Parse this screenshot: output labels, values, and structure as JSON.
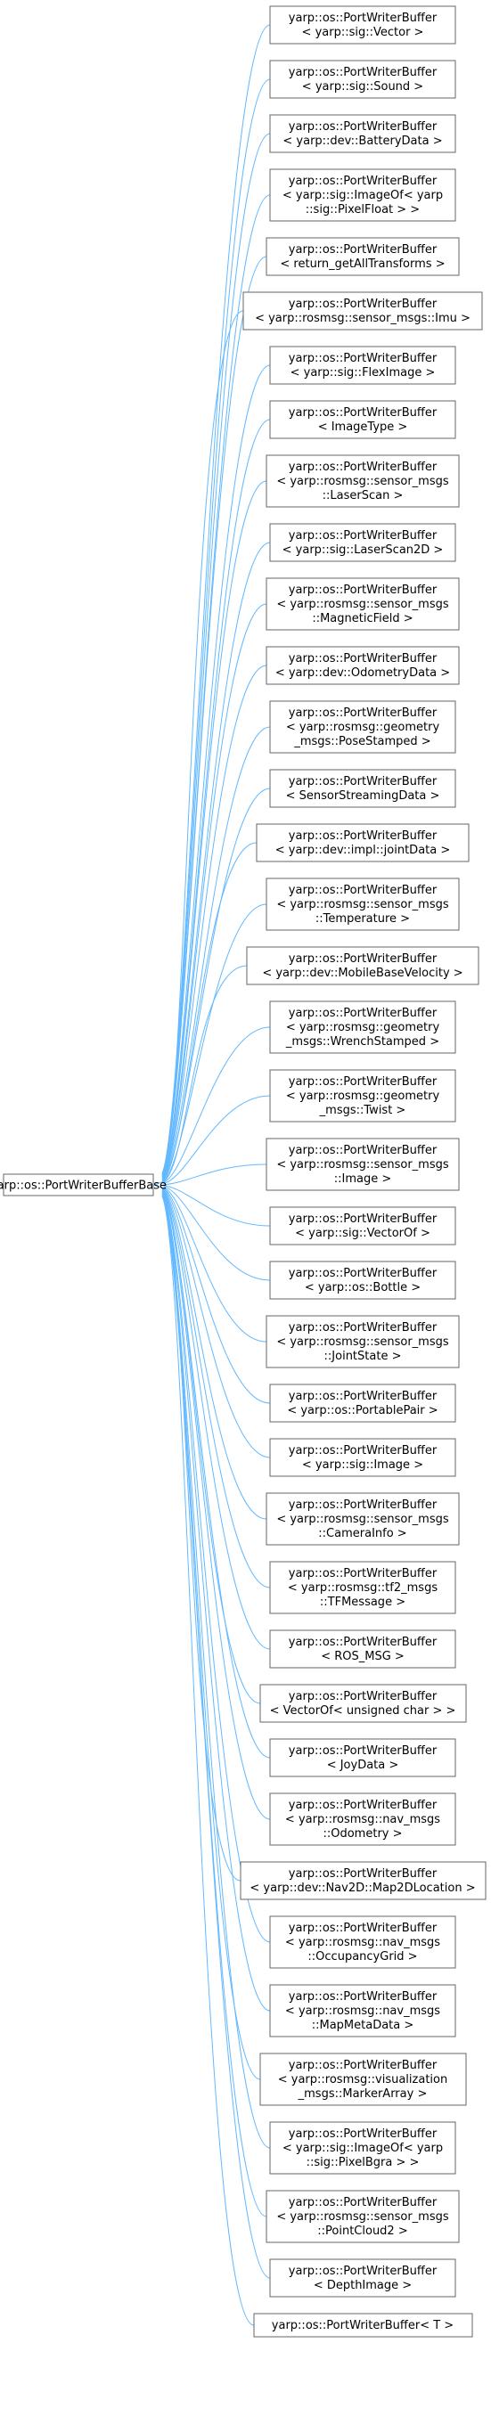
{
  "base": {
    "label": [
      "yarp::os::PortWriterBufferBase"
    ]
  },
  "derived": [
    {
      "label": [
        "yarp::os::PortWriterBuffer",
        "< yarp::sig::Vector >"
      ]
    },
    {
      "label": [
        "yarp::os::PortWriterBuffer",
        "< yarp::sig::Sound >"
      ]
    },
    {
      "label": [
        "yarp::os::PortWriterBuffer",
        "< yarp::dev::BatteryData >"
      ]
    },
    {
      "label": [
        "yarp::os::PortWriterBuffer",
        "< yarp::sig::ImageOf< yarp",
        "::sig::PixelFloat > >"
      ]
    },
    {
      "label": [
        "yarp::os::PortWriterBuffer",
        "< return_getAllTransforms >"
      ]
    },
    {
      "label": [
        "yarp::os::PortWriterBuffer",
        "< yarp::rosmsg::sensor_msgs::Imu >"
      ]
    },
    {
      "label": [
        "yarp::os::PortWriterBuffer",
        "< yarp::sig::FlexImage >"
      ]
    },
    {
      "label": [
        "yarp::os::PortWriterBuffer",
        "< ImageType >"
      ]
    },
    {
      "label": [
        "yarp::os::PortWriterBuffer",
        "< yarp::rosmsg::sensor_msgs",
        "::LaserScan >"
      ]
    },
    {
      "label": [
        "yarp::os::PortWriterBuffer",
        "< yarp::sig::LaserScan2D >"
      ]
    },
    {
      "label": [
        "yarp::os::PortWriterBuffer",
        "< yarp::rosmsg::sensor_msgs",
        "::MagneticField >"
      ]
    },
    {
      "label": [
        "yarp::os::PortWriterBuffer",
        "< yarp::dev::OdometryData >"
      ]
    },
    {
      "label": [
        "yarp::os::PortWriterBuffer",
        "< yarp::rosmsg::geometry",
        "_msgs::PoseStamped >"
      ]
    },
    {
      "label": [
        "yarp::os::PortWriterBuffer",
        "< SensorStreamingData >"
      ]
    },
    {
      "label": [
        "yarp::os::PortWriterBuffer",
        "< yarp::dev::impl::jointData >"
      ]
    },
    {
      "label": [
        "yarp::os::PortWriterBuffer",
        "< yarp::rosmsg::sensor_msgs",
        "::Temperature >"
      ]
    },
    {
      "label": [
        "yarp::os::PortWriterBuffer",
        "< yarp::dev::MobileBaseVelocity >"
      ]
    },
    {
      "label": [
        "yarp::os::PortWriterBuffer",
        "< yarp::rosmsg::geometry",
        "_msgs::WrenchStamped >"
      ]
    },
    {
      "label": [
        "yarp::os::PortWriterBuffer",
        "< yarp::rosmsg::geometry",
        "_msgs::Twist >"
      ]
    },
    {
      "label": [
        "yarp::os::PortWriterBuffer",
        "< yarp::rosmsg::sensor_msgs",
        "::Image >"
      ]
    },
    {
      "label": [
        "yarp::os::PortWriterBuffer",
        "< yarp::sig::VectorOf >"
      ]
    },
    {
      "label": [
        "yarp::os::PortWriterBuffer",
        "< yarp::os::Bottle >"
      ]
    },
    {
      "label": [
        "yarp::os::PortWriterBuffer",
        "< yarp::rosmsg::sensor_msgs",
        "::JointState >"
      ]
    },
    {
      "label": [
        "yarp::os::PortWriterBuffer",
        "< yarp::os::PortablePair >"
      ]
    },
    {
      "label": [
        "yarp::os::PortWriterBuffer",
        "< yarp::sig::Image >"
      ]
    },
    {
      "label": [
        "yarp::os::PortWriterBuffer",
        "< yarp::rosmsg::sensor_msgs",
        "::CameraInfo >"
      ]
    },
    {
      "label": [
        "yarp::os::PortWriterBuffer",
        "< yarp::rosmsg::tf2_msgs",
        "::TFMessage >"
      ]
    },
    {
      "label": [
        "yarp::os::PortWriterBuffer",
        "< ROS_MSG >"
      ]
    },
    {
      "label": [
        "yarp::os::PortWriterBuffer",
        "< VectorOf< unsigned char > >"
      ]
    },
    {
      "label": [
        "yarp::os::PortWriterBuffer",
        "< JoyData >"
      ]
    },
    {
      "label": [
        "yarp::os::PortWriterBuffer",
        "< yarp::rosmsg::nav_msgs",
        "::Odometry >"
      ]
    },
    {
      "label": [
        "yarp::os::PortWriterBuffer",
        "< yarp::dev::Nav2D::Map2DLocation >"
      ]
    },
    {
      "label": [
        "yarp::os::PortWriterBuffer",
        "< yarp::rosmsg::nav_msgs",
        "::OccupancyGrid >"
      ]
    },
    {
      "label": [
        "yarp::os::PortWriterBuffer",
        "< yarp::rosmsg::nav_msgs",
        "::MapMetaData >"
      ]
    },
    {
      "label": [
        "yarp::os::PortWriterBuffer",
        "< yarp::rosmsg::visualization",
        "_msgs::MarkerArray >"
      ]
    },
    {
      "label": [
        "yarp::os::PortWriterBuffer",
        "< yarp::sig::ImageOf< yarp",
        "::sig::PixelBgra > >"
      ]
    },
    {
      "label": [
        "yarp::os::PortWriterBuffer",
        "< yarp::rosmsg::sensor_msgs",
        "::PointCloud2 >"
      ]
    },
    {
      "label": [
        "yarp::os::PortWriterBuffer",
        "< DepthImage >"
      ]
    },
    {
      "label": [
        "yarp::os::PortWriterBuffer< T >"
      ]
    }
  ],
  "colors": {
    "edge": "#63b8ff",
    "border": "#666666",
    "text": "#000000"
  }
}
